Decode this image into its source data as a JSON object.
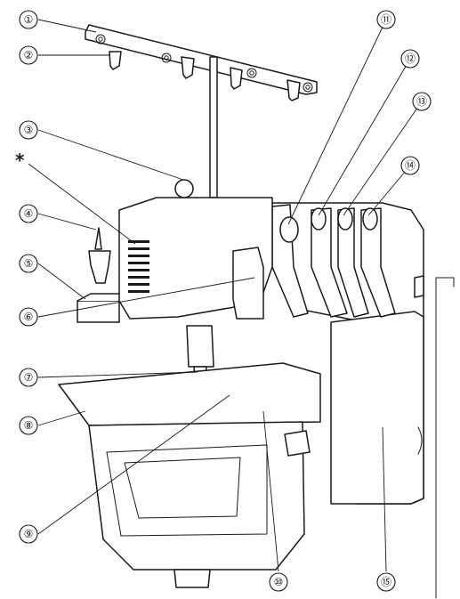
{
  "diagram": {
    "callouts": [
      {
        "id": "c1",
        "label": "①"
      },
      {
        "id": "c2",
        "label": "②"
      },
      {
        "id": "c3",
        "label": "③"
      },
      {
        "id": "c4",
        "label": "④"
      },
      {
        "id": "c5",
        "label": "⑤"
      },
      {
        "id": "c6",
        "label": "⑥"
      },
      {
        "id": "c7",
        "label": "⑦"
      },
      {
        "id": "c8",
        "label": "⑧"
      },
      {
        "id": "c9",
        "label": "⑨"
      },
      {
        "id": "c10",
        "label": "⑩"
      },
      {
        "id": "c11",
        "label": "⑪"
      },
      {
        "id": "c12",
        "label": "⑫"
      },
      {
        "id": "c13",
        "label": "⑬"
      },
      {
        "id": "c14",
        "label": "⑭"
      },
      {
        "id": "c15",
        "label": "⑮"
      }
    ],
    "asterisk": "*"
  }
}
